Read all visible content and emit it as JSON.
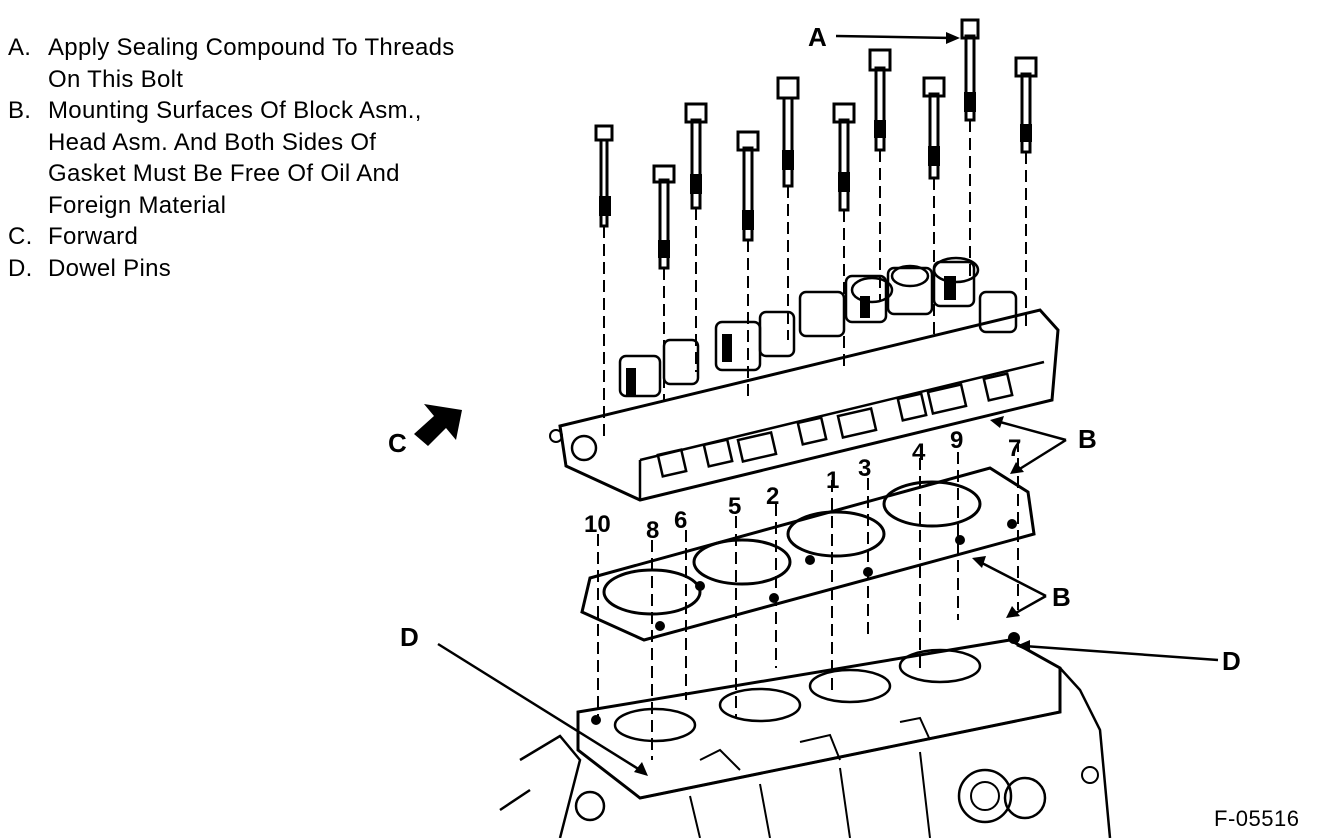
{
  "legend": {
    "items": [
      {
        "key": "A.",
        "text": "Apply Sealing Compound To Threads\nOn This Bolt"
      },
      {
        "key": "B.",
        "text": "Mounting Surfaces Of Block Asm.,\nHead Asm. And Both Sides Of\nGasket Must Be Free Of Oil And\nForeign Material"
      },
      {
        "key": "C.",
        "text": "Forward"
      },
      {
        "key": "D.",
        "text": "Dowel Pins"
      }
    ]
  },
  "callouts": {
    "a": "A",
    "b_head": "B",
    "b_gasket": "B",
    "c": "C",
    "d_left": "D",
    "d_right": "D"
  },
  "bolt_sequence": [
    "1",
    "2",
    "3",
    "4",
    "5",
    "6",
    "7",
    "8",
    "9",
    "10"
  ],
  "figure_id": "F-05516"
}
